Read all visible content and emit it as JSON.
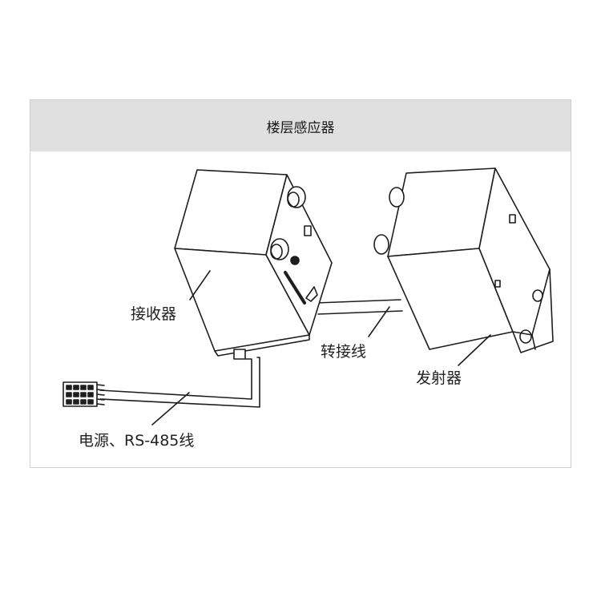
{
  "header": {
    "title": "楼层感应器"
  },
  "labels": {
    "receiver": "接收器",
    "adapter_cable": "转接线",
    "transmitter": "发射器",
    "power_cable": "电源、RS-485线"
  }
}
